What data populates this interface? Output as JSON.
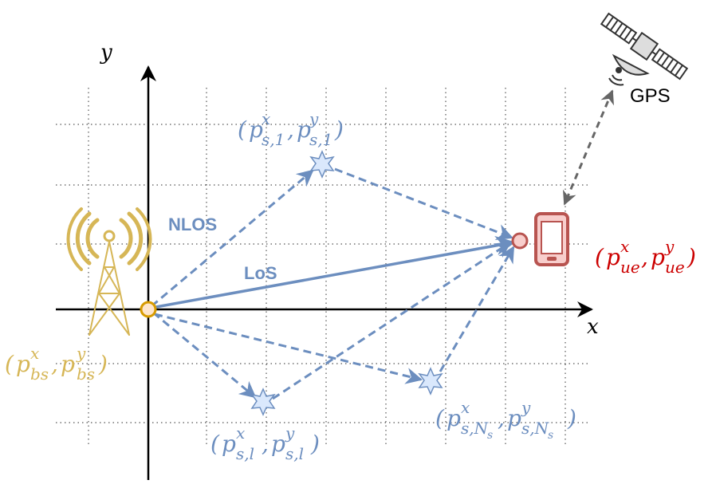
{
  "axes": {
    "x_label": "x",
    "y_label": "y"
  },
  "paths": {
    "nlos_label": "NLOS",
    "los_label": "LoS"
  },
  "gps": {
    "label": "GPS"
  },
  "points": {
    "bs": {
      "base": "p",
      "sup_left": "x",
      "sub_left": "bs",
      "sup_right": "y",
      "sub_right": "bs",
      "color": "#d6b656"
    },
    "ue": {
      "base": "p",
      "sup_left": "x",
      "sub_left": "ue",
      "sup_right": "y",
      "sub_right": "ue",
      "color": "#cc0000"
    },
    "s1": {
      "base": "p",
      "sup_left": "x",
      "sub_left": "s,1",
      "sup_right": "y",
      "sub_right": "s,1",
      "color": "#6c8ebf"
    },
    "sl": {
      "base": "p",
      "sup_left": "x",
      "sub_left": "s,l",
      "sup_right": "y",
      "sub_right": "s,l",
      "color": "#6c8ebf"
    },
    "sNs": {
      "base": "p",
      "sup_left": "x",
      "sub_left": "s,N",
      "sub_left_sub": "s",
      "sup_right": "y",
      "sub_right": "s,N",
      "sub_right_sub": "s",
      "color": "#6c8ebf"
    }
  },
  "colors": {
    "path": "#6c8ebf",
    "scatterer_fill": "#dae8fc",
    "bs": "#d6b656",
    "bs_fill": "#ffe6cc",
    "bs_stroke": "#d79b00",
    "ue": "#b85450",
    "ue_fill": "#f8cecc",
    "gps_arrow": "#666666",
    "grid": "#555555"
  },
  "icons": [
    "cell-tower-icon",
    "smartphone-icon",
    "satellite-icon",
    "scatterer-star-icon"
  ]
}
